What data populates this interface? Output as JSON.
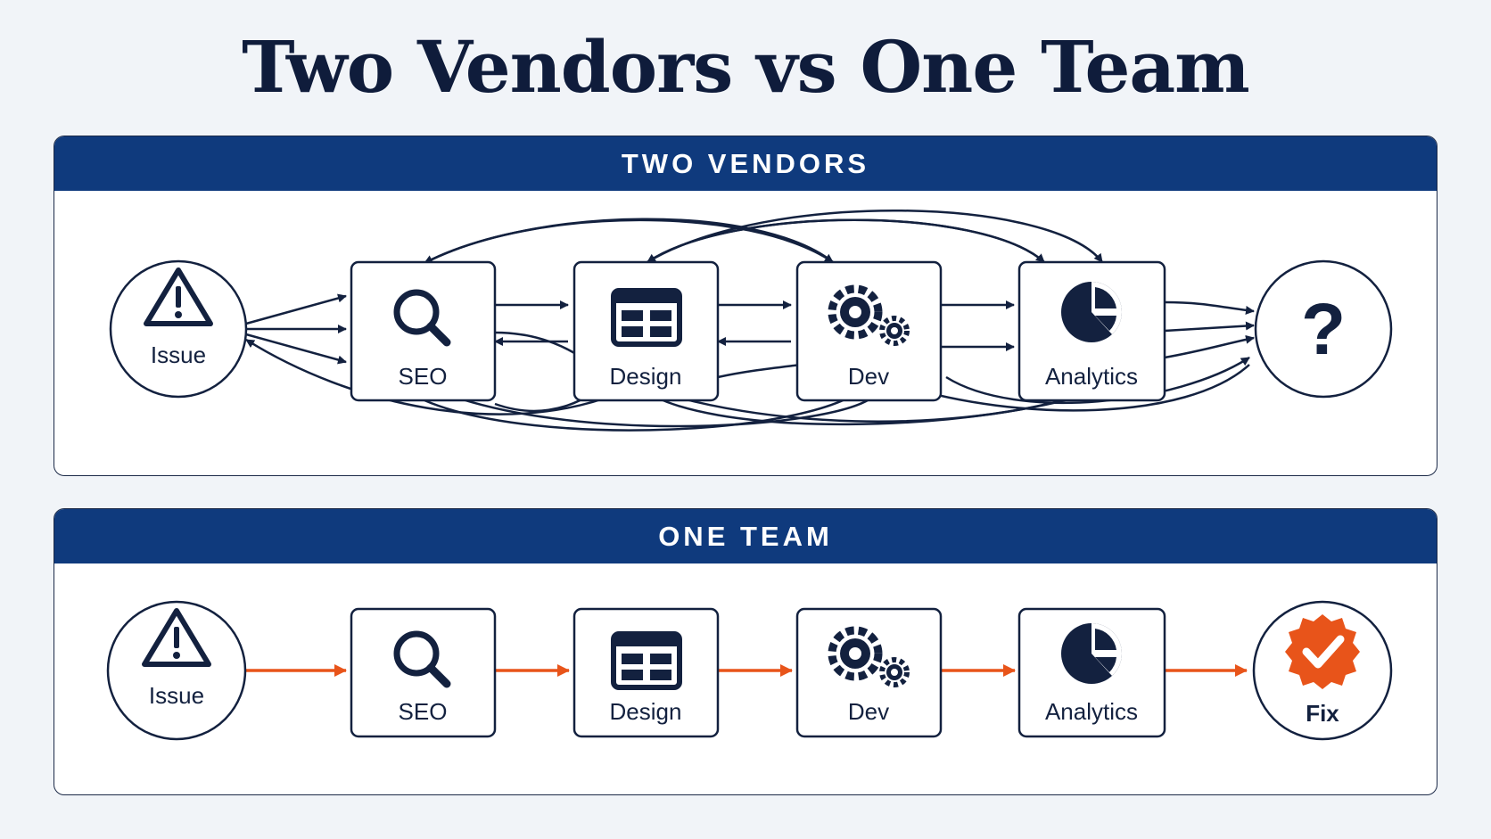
{
  "title": "Two Vendors vs One Team",
  "colors": {
    "navy": "#0f3a7d",
    "ink": "#13213f",
    "accent_orange": "#e8541a",
    "background": "#f1f4f8"
  },
  "two_vendors": {
    "header": "TWO VENDORS",
    "start": {
      "label": "Issue",
      "icon": "warning-icon"
    },
    "steps": [
      {
        "label": "SEO",
        "icon": "search-icon"
      },
      {
        "label": "Design",
        "icon": "layout-icon"
      },
      {
        "label": "Dev",
        "icon": "gears-icon"
      },
      {
        "label": "Analytics",
        "icon": "pie-chart-icon"
      }
    ],
    "end": {
      "label": "?",
      "icon": "question-icon"
    }
  },
  "one_team": {
    "header": "ONE TEAM",
    "start": {
      "label": "Issue",
      "icon": "warning-icon"
    },
    "steps": [
      {
        "label": "SEO",
        "icon": "search-icon"
      },
      {
        "label": "Design",
        "icon": "layout-icon"
      },
      {
        "label": "Dev",
        "icon": "gears-icon"
      },
      {
        "label": "Analytics",
        "icon": "pie-chart-icon"
      }
    ],
    "end": {
      "label": "Fix",
      "icon": "check-badge-icon"
    }
  }
}
